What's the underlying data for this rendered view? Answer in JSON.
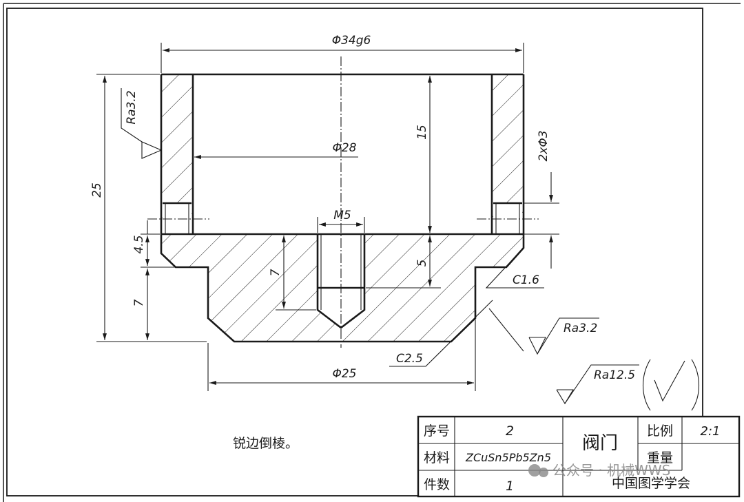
{
  "drawing": {
    "dimensions": {
      "outer_diameter": "Φ34g6",
      "inner_diameter": "Φ28",
      "base_diameter": "Φ25",
      "overall_height": "25",
      "bore_depth": "15",
      "flange_height": "4.5",
      "base_height": "7",
      "thread": "M5",
      "thread_depth": "7",
      "thread_bottom": "5",
      "holes": "2xΦ3",
      "chamfer_top": "C1.6",
      "chamfer_bottom": "C2.5"
    },
    "roughness": {
      "left": "Ra3.2",
      "right": "Ra3.2",
      "general": "Ra12.5"
    },
    "note": "锐边倒棱。"
  },
  "title_block": {
    "labels": {
      "seq": "序号",
      "material": "材料",
      "qty": "件数",
      "scale": "比例",
      "weight": "重量"
    },
    "values": {
      "seq": "2",
      "material": "ZCuSn5Pb5Zn5",
      "qty": "1",
      "scale": "2:1",
      "weight": ""
    },
    "part_name": "阀门",
    "organization": "中国图学学会"
  },
  "watermark": "公众号 · 机械WWS"
}
